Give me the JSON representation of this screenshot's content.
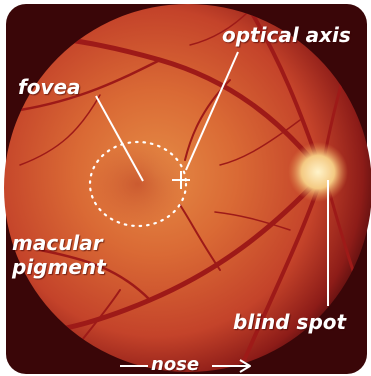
{
  "labels": {
    "optical_axis": "optical axis",
    "fovea": "fovea",
    "macular_line1": "macular",
    "macular_line2": "pigment",
    "blind_spot": "blind spot",
    "nose": "nose"
  },
  "colors": {
    "retina_center": "#e07a3a",
    "retina_mid": "#c9472b",
    "retina_edge": "#6e0f12",
    "vessel": "#9e1a18",
    "optic_disc": "#f6d28c",
    "annotation": "#ffffff"
  }
}
